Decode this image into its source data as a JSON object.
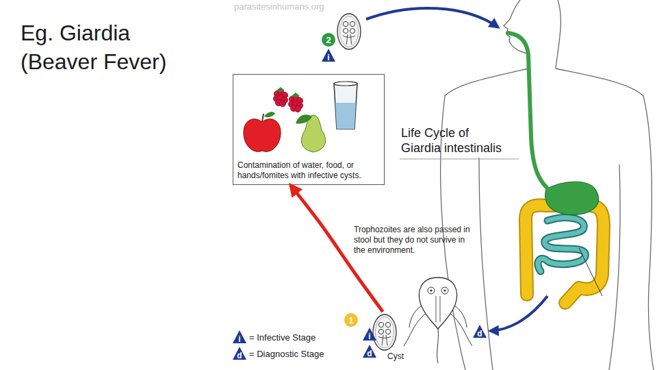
{
  "diagram": {
    "title": "Eg. Giardia (Beaver Fever)",
    "nodes": [
      {
        "text": [
          "Contamination of water, food, or hands/fomites with infective cysts."
        ]
      },
      {
        "text": [
          "Cyst"
        ]
      }
    ],
    "edges": [
      {
        "from": 1,
        "to": 0,
        "arrow": "to"
      }
    ],
    "labels": [
      "parasitesinhumans.org",
      "2",
      "i",
      "Life Cycle of Giardia intestinalis",
      "Trophozoites are also passed in stool but they do not survive in the environment.",
      "d",
      "1",
      "i",
      "d",
      "i",
      "d"
    ],
    "legend": [
      {
        "text": "= Infective Stage"
      },
      {
        "text": "= Diagnostic Stage"
      }
    ]
  }
}
